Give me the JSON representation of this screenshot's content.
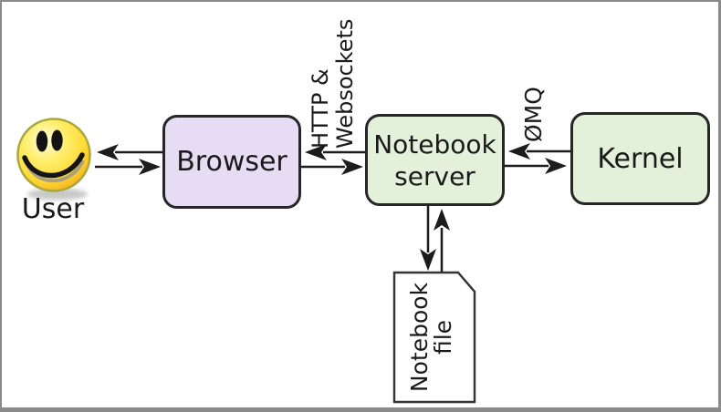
{
  "diagram": {
    "nodes": {
      "user": {
        "label": "User",
        "icon": "smiley-face"
      },
      "browser": {
        "label": "Browser"
      },
      "notebook_server": {
        "lines": [
          "Notebook",
          "server"
        ]
      },
      "kernel": {
        "label": "Kernel"
      },
      "notebook_file": {
        "lines": [
          "Notebook",
          "file"
        ],
        "shape": "document-folded-corner"
      }
    },
    "edge_labels": {
      "browser_server": {
        "lines": [
          "HTTP &",
          "Websockets"
        ]
      },
      "server_kernel": {
        "label": "ØMQ"
      }
    },
    "edges": [
      "browser-to-user",
      "user-to-browser",
      "server-to-browser",
      "browser-to-server",
      "kernel-to-server",
      "server-to-kernel",
      "server-to-file",
      "file-to-server"
    ],
    "colors": {
      "browser_fill": "#e6ddf5",
      "server_fill": "#e3f1db",
      "kernel_fill": "#e3f1db",
      "box_outline": "#262626",
      "arrow": "#1c1c1c",
      "frame": "#8a8a8a",
      "smiley_yellow": "#ffd935",
      "smiley_outline": "#a8a83c"
    }
  }
}
